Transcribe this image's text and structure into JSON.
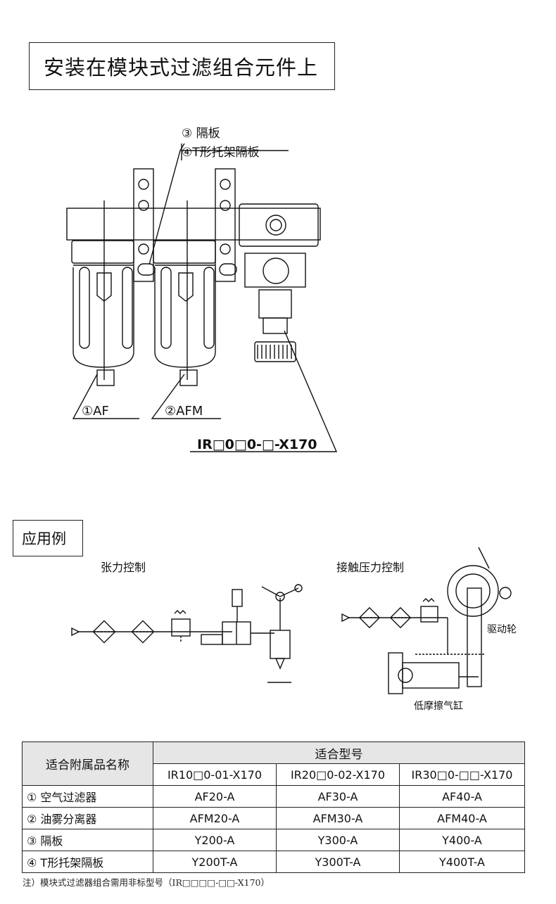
{
  "section1": {
    "title": "安装在模块式过滤组合元件上"
  },
  "assembly": {
    "label_spacer": "③ 隔板",
    "label_t_spacer": "④T形托架隔板",
    "label_af": "①AF",
    "label_afm": "②AFM",
    "label_ir": "IR□0□0-□-X170"
  },
  "section2": {
    "title": "应用例"
  },
  "examples": {
    "tension": {
      "title": "张力控制"
    },
    "contact": {
      "title": "接触压力控制",
      "label_wheel": "驱动轮",
      "label_cylinder": "低摩擦气缸"
    }
  },
  "table": {
    "header_left": "适合附属品名称",
    "header_group": "适合型号",
    "models": [
      "IR10□0-01-X170",
      "IR20□0-02-X170",
      "IR30□0-□□-X170"
    ],
    "rows": [
      {
        "name": "① 空气过滤器",
        "values": [
          "AF20-A",
          "AF30-A",
          "AF40-A"
        ]
      },
      {
        "name": "② 油雾分离器",
        "values": [
          "AFM20-A",
          "AFM30-A",
          "AFM40-A"
        ]
      },
      {
        "name": "③ 隔板",
        "values": [
          "Y200-A",
          "Y300-A",
          "Y400-A"
        ]
      },
      {
        "name": "④ T形托架隔板",
        "values": [
          "Y200T-A",
          "Y300T-A",
          "Y400T-A"
        ]
      }
    ]
  },
  "note": "注）模块式过滤器组合需用非标型号（IR□□□□-□□-X170）"
}
